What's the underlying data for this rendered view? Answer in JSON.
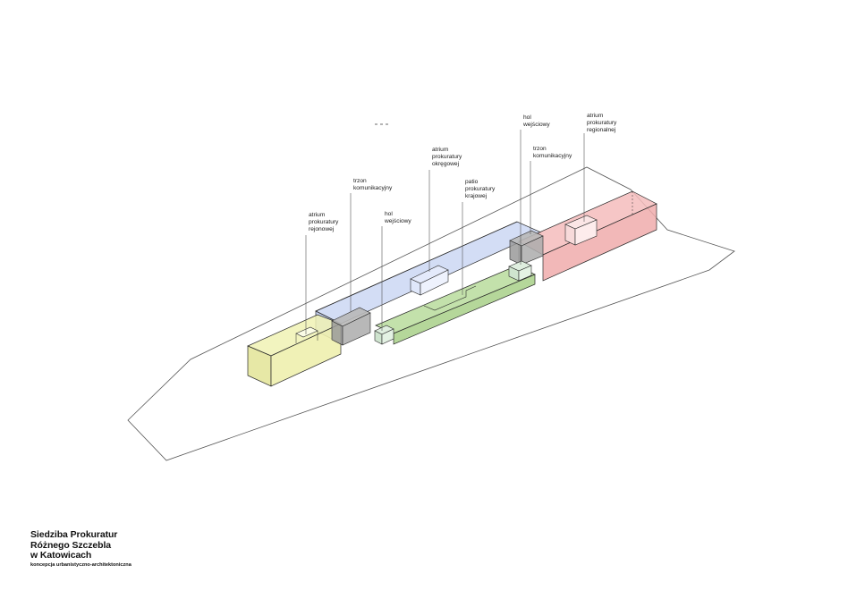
{
  "title_block": {
    "line1": "Siedziba Prokuratur",
    "line2": "Różnego Szczebla",
    "line3": "w Katowicach",
    "subtitle": "koncepcja urbanistyczno-architektoniczna"
  },
  "labels": {
    "atrium_rejonowej": [
      "atrium",
      "prokuratury",
      "rejonowej"
    ],
    "trzon_1": [
      "trzon",
      "komunikacyjny"
    ],
    "hol_1": [
      "hol",
      "wejściowy"
    ],
    "atrium_okregowej": [
      "atrium",
      "prokuratury",
      "okręgowej"
    ],
    "patio_krajowej": [
      "patio",
      "prokuratury",
      "krajowej"
    ],
    "hol_2": [
      "hol",
      "wejściowy"
    ],
    "trzon_2": [
      "trzon",
      "komunikacyjny"
    ],
    "atrium_regionalnej": [
      "atrium",
      "prokuratury",
      "regionalnej"
    ]
  },
  "colors": {
    "yellow_volume": "#f0f2b4",
    "blue_volume": "#c4d2f2",
    "green_volume": "#b8dc9c",
    "red_volume": "#f4bcbc",
    "core_volume": "#a8a8a8",
    "hall_volume": "#d6ecd6",
    "outline": "#2a2a2a",
    "site_outline": "#555555"
  }
}
